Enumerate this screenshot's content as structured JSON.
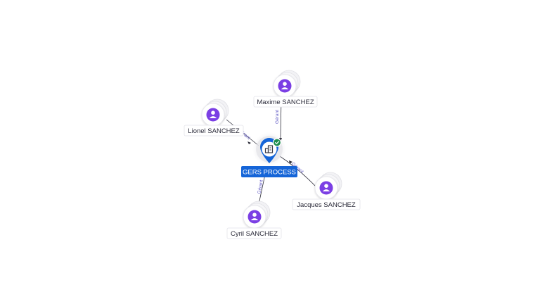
{
  "company": {
    "name": "GERS PROCESS",
    "icon": "building-icon",
    "status_icon": "verified-check-icon",
    "color": "#1565d8",
    "status_color": "#1e8e4e"
  },
  "persons": [
    {
      "name": "Maxime SANCHEZ",
      "role": "Gérant"
    },
    {
      "name": "Lionel SANCHEZ",
      "role": "Gérant"
    },
    {
      "name": "Jacques SANCHEZ",
      "role": "Gérant"
    },
    {
      "name": "Cyril SANCHEZ",
      "role": "Gérant"
    }
  ],
  "person_icon": "person-icon",
  "person_color": "#7b3fe4"
}
